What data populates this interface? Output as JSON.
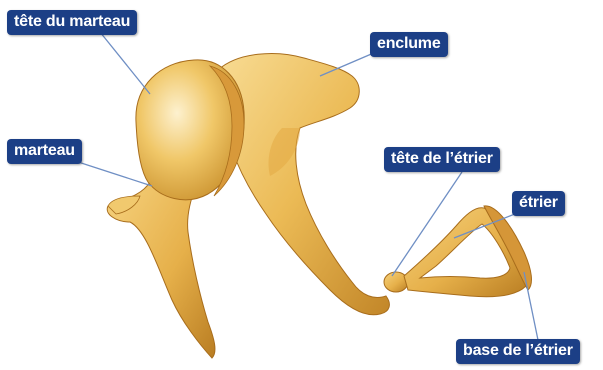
{
  "labels": {
    "tete_marteau": "tête du marteau",
    "enclume": "enclume",
    "marteau": "marteau",
    "tete_etrier": "tête de l’étrier",
    "etrier": "étrier",
    "base_etrier": "base de l’étrier"
  },
  "colors": {
    "label_background": "#1c3f86",
    "label_text": "#ffffff",
    "bone_fill": "#e8b449",
    "bone_highlight": "#fbe7a8",
    "bone_shadow": "#b57a1f",
    "leader_line": "#6f8fc4"
  }
}
